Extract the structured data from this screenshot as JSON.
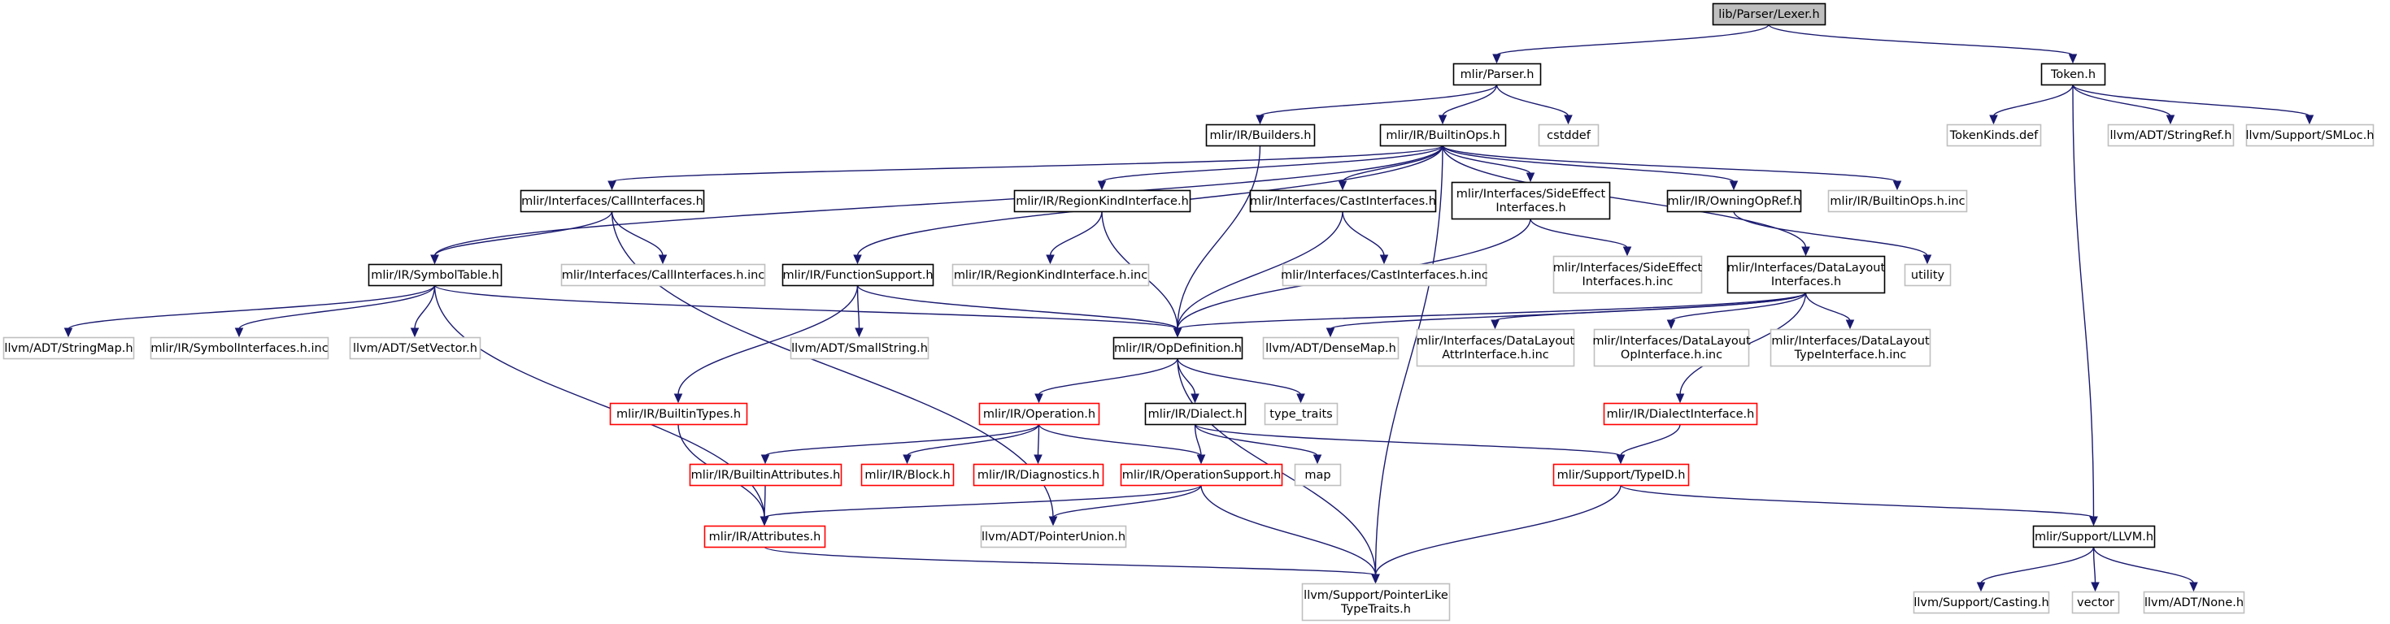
{
  "diagram": {
    "colors": {
      "background": "#ffffff",
      "edge": "#191970",
      "root_fill": "#bfbfbf",
      "documented_border": "#000000",
      "external_border": "#bfbfbf",
      "truncated_border": "#ff0000"
    },
    "nodes": [
      {
        "id": "lexer",
        "lines": [
          "lib/Parser/Lexer.h"
        ],
        "style": "root",
        "interactable": false
      },
      {
        "id": "parser",
        "lines": [
          "mlir/Parser.h"
        ],
        "style": "documented",
        "interactable": true
      },
      {
        "id": "token",
        "lines": [
          "Token.h"
        ],
        "style": "documented",
        "interactable": true
      },
      {
        "id": "builders",
        "lines": [
          "mlir/IR/Builders.h"
        ],
        "style": "documented",
        "interactable": true
      },
      {
        "id": "builtinops",
        "lines": [
          "mlir/IR/BuiltinOps.h"
        ],
        "style": "documented",
        "interactable": true
      },
      {
        "id": "cstddef",
        "lines": [
          "cstddef"
        ],
        "style": "external",
        "interactable": false
      },
      {
        "id": "tokenkinds",
        "lines": [
          "TokenKinds.def"
        ],
        "style": "external",
        "interactable": false
      },
      {
        "id": "stringref",
        "lines": [
          "llvm/ADT/StringRef.h"
        ],
        "style": "external",
        "interactable": false
      },
      {
        "id": "smloc",
        "lines": [
          "llvm/Support/SMLoc.h"
        ],
        "style": "external",
        "interactable": false
      },
      {
        "id": "callif",
        "lines": [
          "mlir/Interfaces/CallInterfaces.h"
        ],
        "style": "documented",
        "interactable": true
      },
      {
        "id": "regionkind",
        "lines": [
          "mlir/IR/RegionKindInterface.h"
        ],
        "style": "documented",
        "interactable": true
      },
      {
        "id": "castif",
        "lines": [
          "mlir/Interfaces/CastInterfaces.h"
        ],
        "style": "documented",
        "interactable": true
      },
      {
        "id": "sideeffect",
        "lines": [
          "mlir/Interfaces/SideEffect",
          "Interfaces.h"
        ],
        "style": "documented",
        "interactable": true
      },
      {
        "id": "owningopref",
        "lines": [
          "mlir/IR/OwningOpRef.h"
        ],
        "style": "documented",
        "interactable": true
      },
      {
        "id": "builtinopsinc",
        "lines": [
          "mlir/IR/BuiltinOps.h.inc"
        ],
        "style": "external",
        "interactable": false
      },
      {
        "id": "symboltable",
        "lines": [
          "mlir/IR/SymbolTable.h"
        ],
        "style": "documented",
        "interactable": true
      },
      {
        "id": "callifinc",
        "lines": [
          "mlir/Interfaces/CallInterfaces.h.inc"
        ],
        "style": "external",
        "interactable": false
      },
      {
        "id": "funcsupport",
        "lines": [
          "mlir/IR/FunctionSupport.h"
        ],
        "style": "documented",
        "interactable": true
      },
      {
        "id": "regionkindinc",
        "lines": [
          "mlir/IR/RegionKindInterface.h.inc"
        ],
        "style": "external",
        "interactable": false
      },
      {
        "id": "castifinc",
        "lines": [
          "mlir/Interfaces/CastInterfaces.h.inc"
        ],
        "style": "external",
        "interactable": false
      },
      {
        "id": "sideeffectinc",
        "lines": [
          "mlir/Interfaces/SideEffect",
          "Interfaces.h.inc"
        ],
        "style": "external",
        "interactable": false
      },
      {
        "id": "datalayout",
        "lines": [
          "mlir/Interfaces/DataLayout",
          "Interfaces.h"
        ],
        "style": "documented",
        "interactable": true
      },
      {
        "id": "utility",
        "lines": [
          "utility"
        ],
        "style": "external",
        "interactable": false
      },
      {
        "id": "stringmap",
        "lines": [
          "llvm/ADT/StringMap.h"
        ],
        "style": "external",
        "interactable": false
      },
      {
        "id": "symbolifinc",
        "lines": [
          "mlir/IR/SymbolInterfaces.h.inc"
        ],
        "style": "external",
        "interactable": false
      },
      {
        "id": "setvector",
        "lines": [
          "llvm/ADT/SetVector.h"
        ],
        "style": "external",
        "interactable": false
      },
      {
        "id": "smallstring",
        "lines": [
          "llvm/ADT/SmallString.h"
        ],
        "style": "external",
        "interactable": false
      },
      {
        "id": "opdefinition",
        "lines": [
          "mlir/IR/OpDefinition.h"
        ],
        "style": "documented",
        "interactable": true
      },
      {
        "id": "densemap",
        "lines": [
          "llvm/ADT/DenseMap.h"
        ],
        "style": "external",
        "interactable": false
      },
      {
        "id": "dlattrinc",
        "lines": [
          "mlir/Interfaces/DataLayout",
          "AttrInterface.h.inc"
        ],
        "style": "external",
        "interactable": false
      },
      {
        "id": "dlopinc",
        "lines": [
          "mlir/Interfaces/DataLayout",
          "OpInterface.h.inc"
        ],
        "style": "external",
        "interactable": false
      },
      {
        "id": "dltypeinc",
        "lines": [
          "mlir/Interfaces/DataLayout",
          "TypeInterface.h.inc"
        ],
        "style": "external",
        "interactable": false
      },
      {
        "id": "builtintypes",
        "lines": [
          "mlir/IR/BuiltinTypes.h"
        ],
        "style": "truncated",
        "interactable": true
      },
      {
        "id": "operation",
        "lines": [
          "mlir/IR/Operation.h"
        ],
        "style": "truncated",
        "interactable": true
      },
      {
        "id": "dialect",
        "lines": [
          "mlir/IR/Dialect.h"
        ],
        "style": "documented",
        "interactable": true
      },
      {
        "id": "typetraits",
        "lines": [
          "type_traits"
        ],
        "style": "external",
        "interactable": false
      },
      {
        "id": "dialectif",
        "lines": [
          "mlir/IR/DialectInterface.h"
        ],
        "style": "truncated",
        "interactable": true
      },
      {
        "id": "builtinattrs",
        "lines": [
          "mlir/IR/BuiltinAttributes.h"
        ],
        "style": "truncated",
        "interactable": true
      },
      {
        "id": "block",
        "lines": [
          "mlir/IR/Block.h"
        ],
        "style": "truncated",
        "interactable": true
      },
      {
        "id": "diagnostics",
        "lines": [
          "mlir/IR/Diagnostics.h"
        ],
        "style": "truncated",
        "interactable": true
      },
      {
        "id": "opsupport",
        "lines": [
          "mlir/IR/OperationSupport.h"
        ],
        "style": "truncated",
        "interactable": true
      },
      {
        "id": "map",
        "lines": [
          "map"
        ],
        "style": "external",
        "interactable": false
      },
      {
        "id": "typeid",
        "lines": [
          "mlir/Support/TypeID.h"
        ],
        "style": "truncated",
        "interactable": true
      },
      {
        "id": "attributes",
        "lines": [
          "mlir/IR/Attributes.h"
        ],
        "style": "truncated",
        "interactable": true
      },
      {
        "id": "ptrunion",
        "lines": [
          "llvm/ADT/PointerUnion.h"
        ],
        "style": "external",
        "interactable": false
      },
      {
        "id": "llvmh",
        "lines": [
          "mlir/Support/LLVM.h"
        ],
        "style": "documented",
        "interactable": true
      },
      {
        "id": "ptrlike",
        "lines": [
          "llvm/Support/PointerLike",
          "TypeTraits.h"
        ],
        "style": "external",
        "interactable": false
      },
      {
        "id": "casting",
        "lines": [
          "llvm/Support/Casting.h"
        ],
        "style": "external",
        "interactable": false
      },
      {
        "id": "vector",
        "lines": [
          "vector"
        ],
        "style": "external",
        "interactable": false
      },
      {
        "id": "none",
        "lines": [
          "llvm/ADT/None.h"
        ],
        "style": "external",
        "interactable": false
      }
    ],
    "edges": [
      [
        "lexer",
        "parser"
      ],
      [
        "lexer",
        "token"
      ],
      [
        "parser",
        "builders"
      ],
      [
        "parser",
        "builtinops"
      ],
      [
        "parser",
        "cstddef"
      ],
      [
        "token",
        "tokenkinds"
      ],
      [
        "token",
        "stringref"
      ],
      [
        "token",
        "smloc"
      ],
      [
        "token",
        "llvmh"
      ],
      [
        "builders",
        "opdefinition"
      ],
      [
        "builtinops",
        "callif"
      ],
      [
        "builtinops",
        "regionkind"
      ],
      [
        "builtinops",
        "castif"
      ],
      [
        "builtinops",
        "sideeffect"
      ],
      [
        "builtinops",
        "owningopref"
      ],
      [
        "builtinops",
        "builtinopsinc"
      ],
      [
        "builtinops",
        "symboltable"
      ],
      [
        "builtinops",
        "funcsupport"
      ],
      [
        "builtinops",
        "datalayout"
      ],
      [
        "builtinops",
        "ptrlike"
      ],
      [
        "callif",
        "symboltable"
      ],
      [
        "callif",
        "callifinc"
      ],
      [
        "callif",
        "ptrunion"
      ],
      [
        "regionkind",
        "regionkindinc"
      ],
      [
        "regionkind",
        "opdefinition"
      ],
      [
        "castif",
        "castifinc"
      ],
      [
        "castif",
        "opdefinition"
      ],
      [
        "sideeffect",
        "sideeffectinc"
      ],
      [
        "sideeffect",
        "opdefinition"
      ],
      [
        "owningopref",
        "utility"
      ],
      [
        "symboltable",
        "stringmap"
      ],
      [
        "symboltable",
        "symbolifinc"
      ],
      [
        "symboltable",
        "setvector"
      ],
      [
        "symboltable",
        "opdefinition"
      ],
      [
        "symboltable",
        "attributes"
      ],
      [
        "funcsupport",
        "smallstring"
      ],
      [
        "funcsupport",
        "opdefinition"
      ],
      [
        "funcsupport",
        "builtintypes"
      ],
      [
        "datalayout",
        "opdefinition"
      ],
      [
        "datalayout",
        "densemap"
      ],
      [
        "datalayout",
        "dlattrinc"
      ],
      [
        "datalayout",
        "dlopinc"
      ],
      [
        "datalayout",
        "dltypeinc"
      ],
      [
        "datalayout",
        "dialectif"
      ],
      [
        "opdefinition",
        "operation"
      ],
      [
        "opdefinition",
        "dialect"
      ],
      [
        "opdefinition",
        "typetraits"
      ],
      [
        "opdefinition",
        "ptrlike"
      ],
      [
        "builtintypes",
        "attributes"
      ],
      [
        "operation",
        "builtinattrs"
      ],
      [
        "operation",
        "block"
      ],
      [
        "operation",
        "diagnostics"
      ],
      [
        "operation",
        "opsupport"
      ],
      [
        "dialect",
        "opsupport"
      ],
      [
        "dialect",
        "map"
      ],
      [
        "dialect",
        "typeid"
      ],
      [
        "dialectif",
        "typeid"
      ],
      [
        "builtinattrs",
        "attributes"
      ],
      [
        "opsupport",
        "attributes"
      ],
      [
        "opsupport",
        "ptrunion"
      ],
      [
        "opsupport",
        "ptrlike"
      ],
      [
        "typeid",
        "ptrlike"
      ],
      [
        "typeid",
        "llvmh"
      ],
      [
        "attributes",
        "ptrlike"
      ],
      [
        "llvmh",
        "casting"
      ],
      [
        "llvmh",
        "vector"
      ],
      [
        "llvmh",
        "none"
      ]
    ]
  }
}
